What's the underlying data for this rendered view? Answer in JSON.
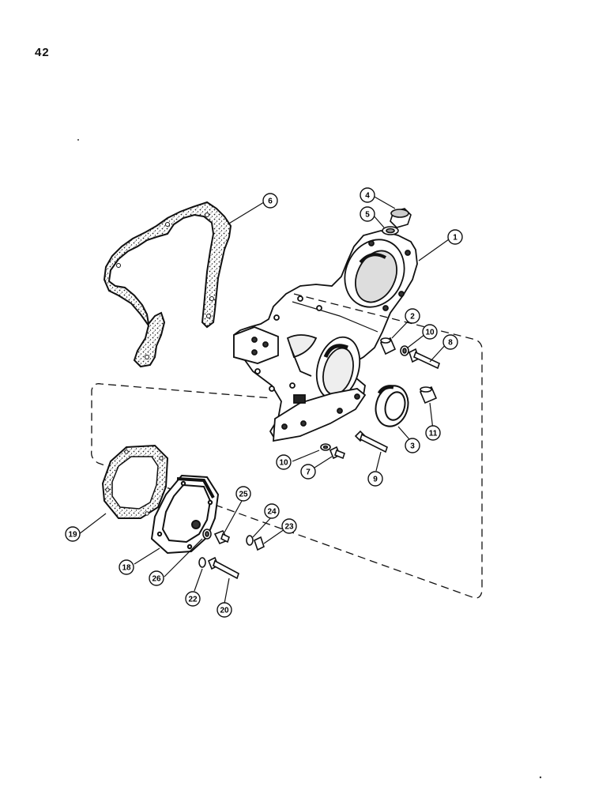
{
  "page": {
    "number": "42"
  },
  "callouts": [
    {
      "id": "callout-1",
      "label": "1"
    },
    {
      "id": "callout-2",
      "label": "2"
    },
    {
      "id": "callout-3",
      "label": "3"
    },
    {
      "id": "callout-4",
      "label": "4"
    },
    {
      "id": "callout-5",
      "label": "5"
    },
    {
      "id": "callout-6",
      "label": "6"
    },
    {
      "id": "callout-7",
      "label": "7"
    },
    {
      "id": "callout-8",
      "label": "8"
    },
    {
      "id": "callout-9",
      "label": "9"
    },
    {
      "id": "callout-10a",
      "label": "10"
    },
    {
      "id": "callout-10b",
      "label": "10"
    },
    {
      "id": "callout-11",
      "label": "11"
    },
    {
      "id": "callout-18",
      "label": "18"
    },
    {
      "id": "callout-19",
      "label": "19"
    },
    {
      "id": "callout-20",
      "label": "20"
    },
    {
      "id": "callout-22",
      "label": "22"
    },
    {
      "id": "callout-23",
      "label": "23"
    },
    {
      "id": "callout-24",
      "label": "24"
    },
    {
      "id": "callout-25",
      "label": "25"
    },
    {
      "id": "callout-26",
      "label": "26"
    }
  ]
}
